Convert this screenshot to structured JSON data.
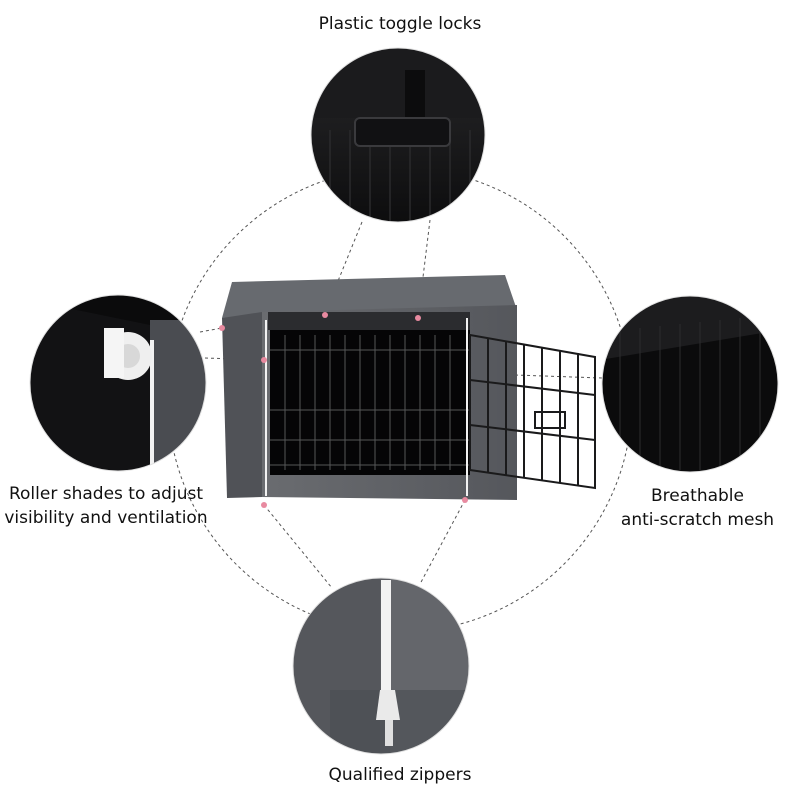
{
  "callouts": {
    "top": {
      "text": "Plastic toggle locks",
      "icon": "toggle-lock-icon"
    },
    "left": {
      "line1": "Roller shades to adjust",
      "line2": "visibility and ventilation",
      "icon": "roller-shade-icon"
    },
    "right": {
      "line1": "Breathable",
      "line2": "anti-scratch mesh",
      "icon": "mesh-icon"
    },
    "bottom": {
      "text": "Qualified zippers",
      "icon": "zipper-icon"
    }
  },
  "colors": {
    "cover_gray": "#5f6166",
    "cover_dark": "#3e4045",
    "detail_black": "#0c0c0d",
    "zipper_white": "#f2f2f2",
    "accent_pink": "#e88aa0"
  }
}
